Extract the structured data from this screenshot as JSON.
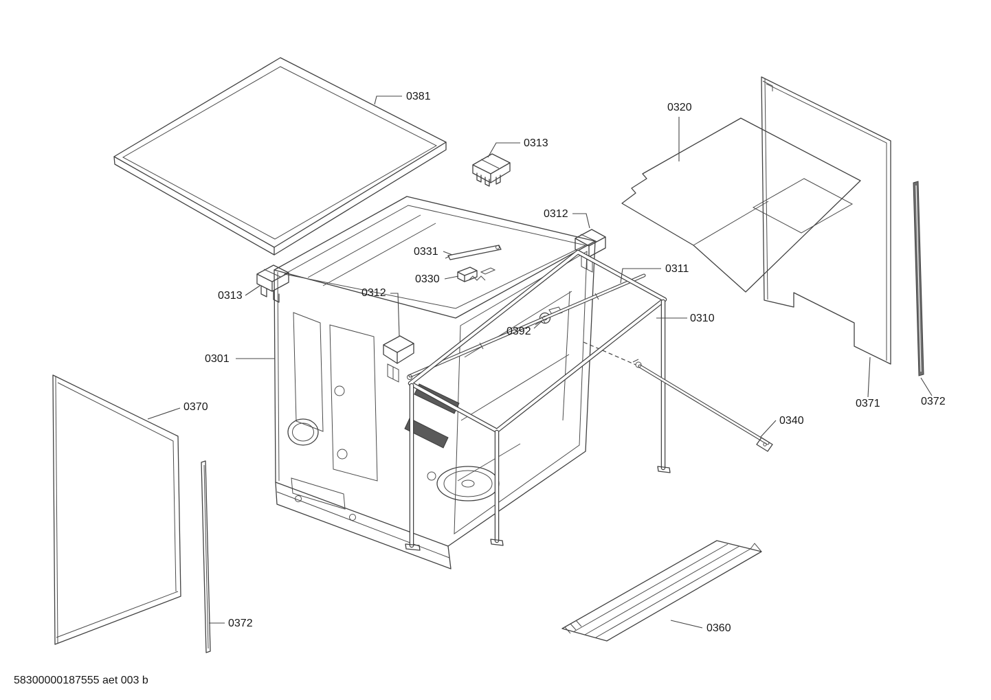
{
  "doc": {
    "footer_code": "58300000187555 aet 003 b",
    "line_color": "#404040",
    "text_color": "#161616",
    "background": "#ffffff"
  },
  "labels": [
    {
      "text": "0381"
    },
    {
      "text": "0313"
    },
    {
      "text": "0320"
    },
    {
      "text": "0312"
    },
    {
      "text": "0331"
    },
    {
      "text": "0330"
    },
    {
      "text": "0311"
    },
    {
      "text": "0313"
    },
    {
      "text": "0312"
    },
    {
      "text": "0310"
    },
    {
      "text": "0392"
    },
    {
      "text": "0301"
    },
    {
      "text": "0370"
    },
    {
      "text": "0340"
    },
    {
      "text": "0371"
    },
    {
      "text": "0372"
    },
    {
      "text": "0372"
    },
    {
      "text": "0360"
    }
  ]
}
